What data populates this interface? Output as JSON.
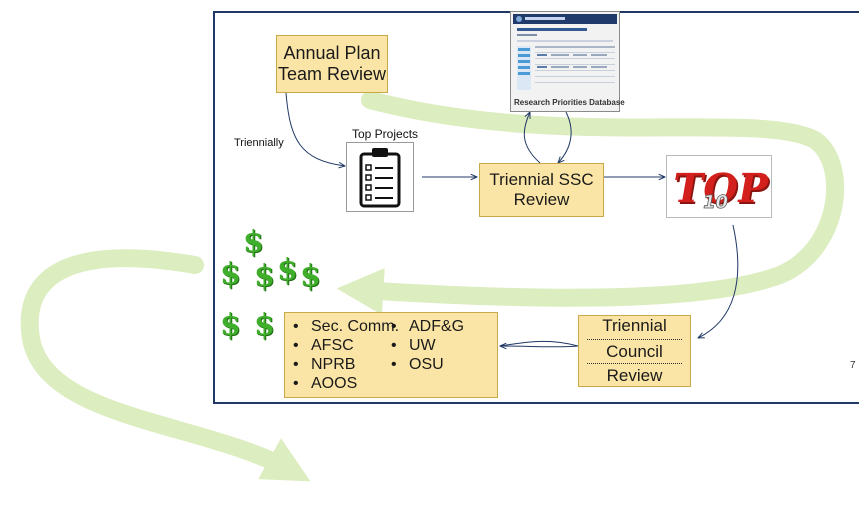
{
  "annual_box": {
    "line1": "Annual Plan",
    "line2": "Team Review"
  },
  "triennially_label": "Triennially",
  "top_projects_label": "Top Projects",
  "ssc_box": {
    "line1": "Triennial SSC",
    "line2": "Review"
  },
  "database_caption": "Research Priorities Database",
  "council_box": {
    "line1": "Triennial",
    "line2": "Council",
    "line3": "Review"
  },
  "dollar_symbol": "$",
  "organizations": {
    "col1": [
      "Sec. Comm.",
      "AFSC",
      "NPRB",
      "AOOS"
    ],
    "col2": [
      "ADF&G",
      "UW",
      "OSU"
    ]
  },
  "page_number": "7",
  "top10_graphic": {
    "word": "TOP",
    "number": "10"
  },
  "colors": {
    "flow_arrow": "#dcedc0",
    "box_fill": "#fbe5a6",
    "dollar": "#3fae2a",
    "slide_border": "#1f3864",
    "connector": "#1f3864",
    "top10_red": "#d3201d"
  },
  "icons": [
    "clipboard-checklist-icon",
    "top-10-icon",
    "database-screenshot-thumbnail"
  ]
}
